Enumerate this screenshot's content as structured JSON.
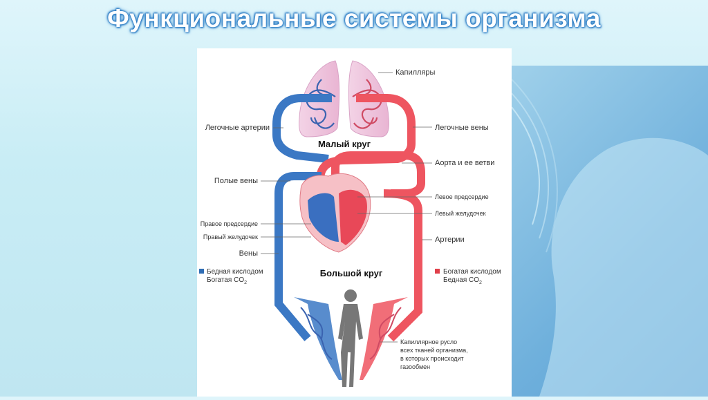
{
  "title": "Функциональные системы организма",
  "labels": {
    "capillaries": "Капилляры",
    "pulmonary_arteries": "Легочные артерии",
    "pulmonary_veins": "Легочные вены",
    "small_circle": "Малый круг",
    "aorta": "Аорта и ее ветви",
    "vena_cava": "Полые вены",
    "left_atrium": "Левое предсердие",
    "left_ventricle": "Левый желудочек",
    "right_atrium": "Правое предсердие",
    "right_ventricle": "Правый желудочек",
    "arteries": "Артерии",
    "veins": "Вены",
    "big_circle": "Большой круг",
    "tissue_caps_1": "Капиллярное русло",
    "tissue_caps_2": "всех тканей организма,",
    "tissue_caps_3": "в которых происходит",
    "tissue_caps_4": "газообмен"
  },
  "legend": {
    "blue_color": "#2f6db4",
    "red_color": "#e0404a",
    "blue_line1": "Бедная кислoдом",
    "blue_line2": "Богатая CO",
    "blue_sub": "2",
    "red_line1": "Богатая кислoдом",
    "red_line2": "Бедная CO",
    "red_sub": "2"
  }
}
